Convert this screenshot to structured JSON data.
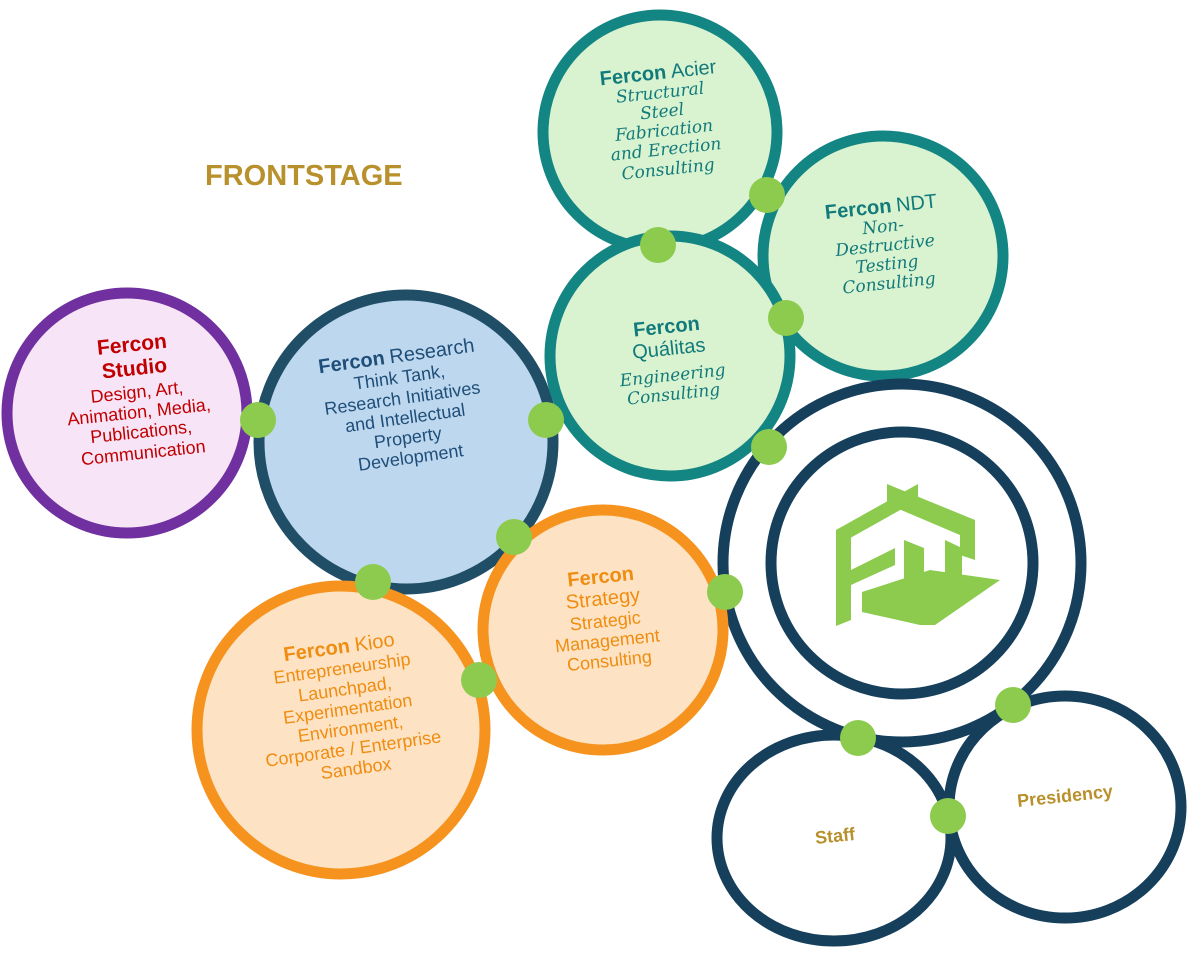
{
  "heading": "FRONTSTAGE",
  "colors": {
    "studio_ring": "#7030A0",
    "studio_fill": "#F7E4F6",
    "studio_text": "#C00000",
    "research_ring": "#1F4E66",
    "research_fill": "#BDD7EE",
    "research_text": "#1F4E79",
    "teal_ring": "#138582",
    "teal_fill": "#D9F2D0",
    "teal_text": "#117A7A",
    "orange_ring": "#F6931E",
    "orange_fill": "#FDE3C3",
    "orange_text": "#F08C10",
    "navy_ring": "#163F5C",
    "connector": "#8CCB4E",
    "logo": "#8CCB4E",
    "gold_text": "#B8902C"
  },
  "units": {
    "studio": {
      "brand": "Fercon",
      "name": "Studio",
      "description": "Design, Art, Animation, Media, Publications, Communication"
    },
    "research": {
      "brand": "Fercon",
      "name": "Research",
      "description": "Think Tank, Research Initiatives and Intellectual Property Development"
    },
    "acier": {
      "brand": "Fercon",
      "name": "Acier",
      "description": "Structural Steel Fabrication and Erection Consulting"
    },
    "ndt": {
      "brand": "Fercon",
      "name": "NDT",
      "description": "Non-Destructive Testing Consulting"
    },
    "qualitas": {
      "brand": "Fercon",
      "name": "Quálitas",
      "description": "Engineering Consulting"
    },
    "strategy": {
      "brand": "Fercon",
      "name": "Strategy",
      "description": "Strategic Management Consulting"
    },
    "kioo": {
      "brand": "Fercon",
      "name": "Kioo",
      "description": "Entrepreneurship Launchpad, Experimentation Environment, Corporate / Enterprise Sandbox"
    },
    "staff": {
      "name": "Staff"
    },
    "presidency": {
      "name": "Presidency"
    }
  }
}
